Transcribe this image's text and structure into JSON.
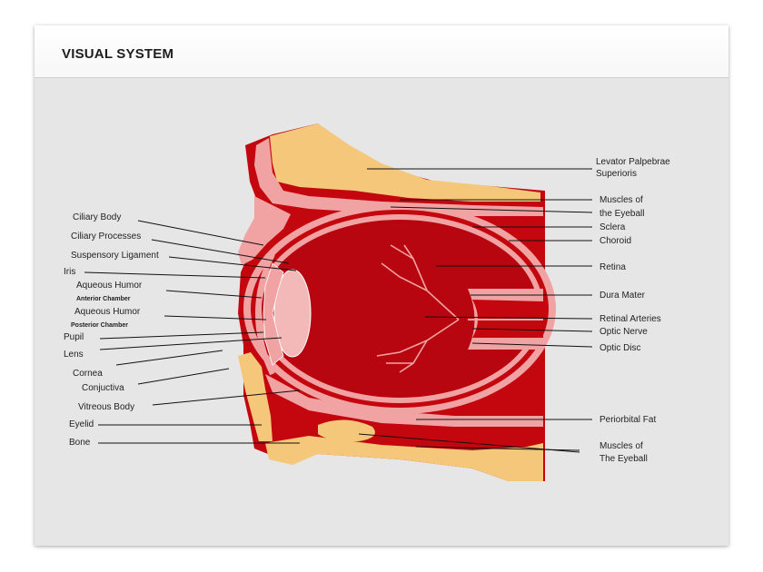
{
  "header": {
    "title": "VISUAL SYSTEM"
  },
  "colors": {
    "tissue_red": "#c4070f",
    "pink": "#f1a3a3",
    "fat_yellow": "#f5c77a",
    "background_gray": "#e6e6e6"
  },
  "labels_left": [
    "Ciliary Body",
    "Ciliary Processes",
    "Suspensory Ligament",
    "Iris",
    "Aqueous Humor",
    "Anterior Chamber",
    "Aqueous Humor",
    "Posterior Chamber",
    "Pupil",
    "Lens",
    "Cornea",
    "Conjuctiva",
    "Vitreous Body",
    "Eyelid",
    "Bone"
  ],
  "labels_right": [
    "Levator Palpebrae",
    "Superioris",
    "Muscles of",
    "the Eyeball",
    "Sclera",
    "Choroid",
    "Retina",
    "Dura Mater",
    "Retinal Arteries",
    "Optic Nerve",
    "Optic Disc",
    "Periorbital Fat",
    "Muscles of",
    "The Eyeball"
  ]
}
